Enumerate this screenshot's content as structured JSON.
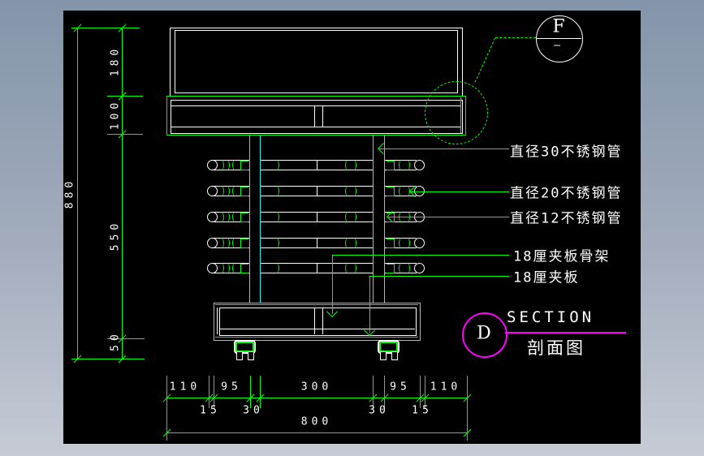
{
  "detail_callout": {
    "letter": "F",
    "ref": "—"
  },
  "section_marker": {
    "letter": "D",
    "title": "SECTION",
    "subtitle": "剖面图"
  },
  "annotations": [
    {
      "text": "直径30不锈钢管"
    },
    {
      "text": "直径20不锈钢管"
    },
    {
      "text": "直径12不锈钢管"
    },
    {
      "text": "18厘夹板骨架"
    },
    {
      "text": "18厘夹板"
    }
  ],
  "dimensions": {
    "left": {
      "overall": "880",
      "segments": [
        "180",
        "100",
        "550",
        "50"
      ]
    },
    "bottom": {
      "overall": "800",
      "upper": [
        "110",
        "95",
        "300",
        "95",
        "110"
      ],
      "lower": [
        "15",
        "30",
        "30",
        "15"
      ]
    }
  },
  "colors": {
    "dimension_green": "#00ff00",
    "structure_cyan": "#00ffff",
    "outline_white": "#ffffff",
    "section_magenta": "#ff00ff",
    "canvas_black": "#000000"
  }
}
